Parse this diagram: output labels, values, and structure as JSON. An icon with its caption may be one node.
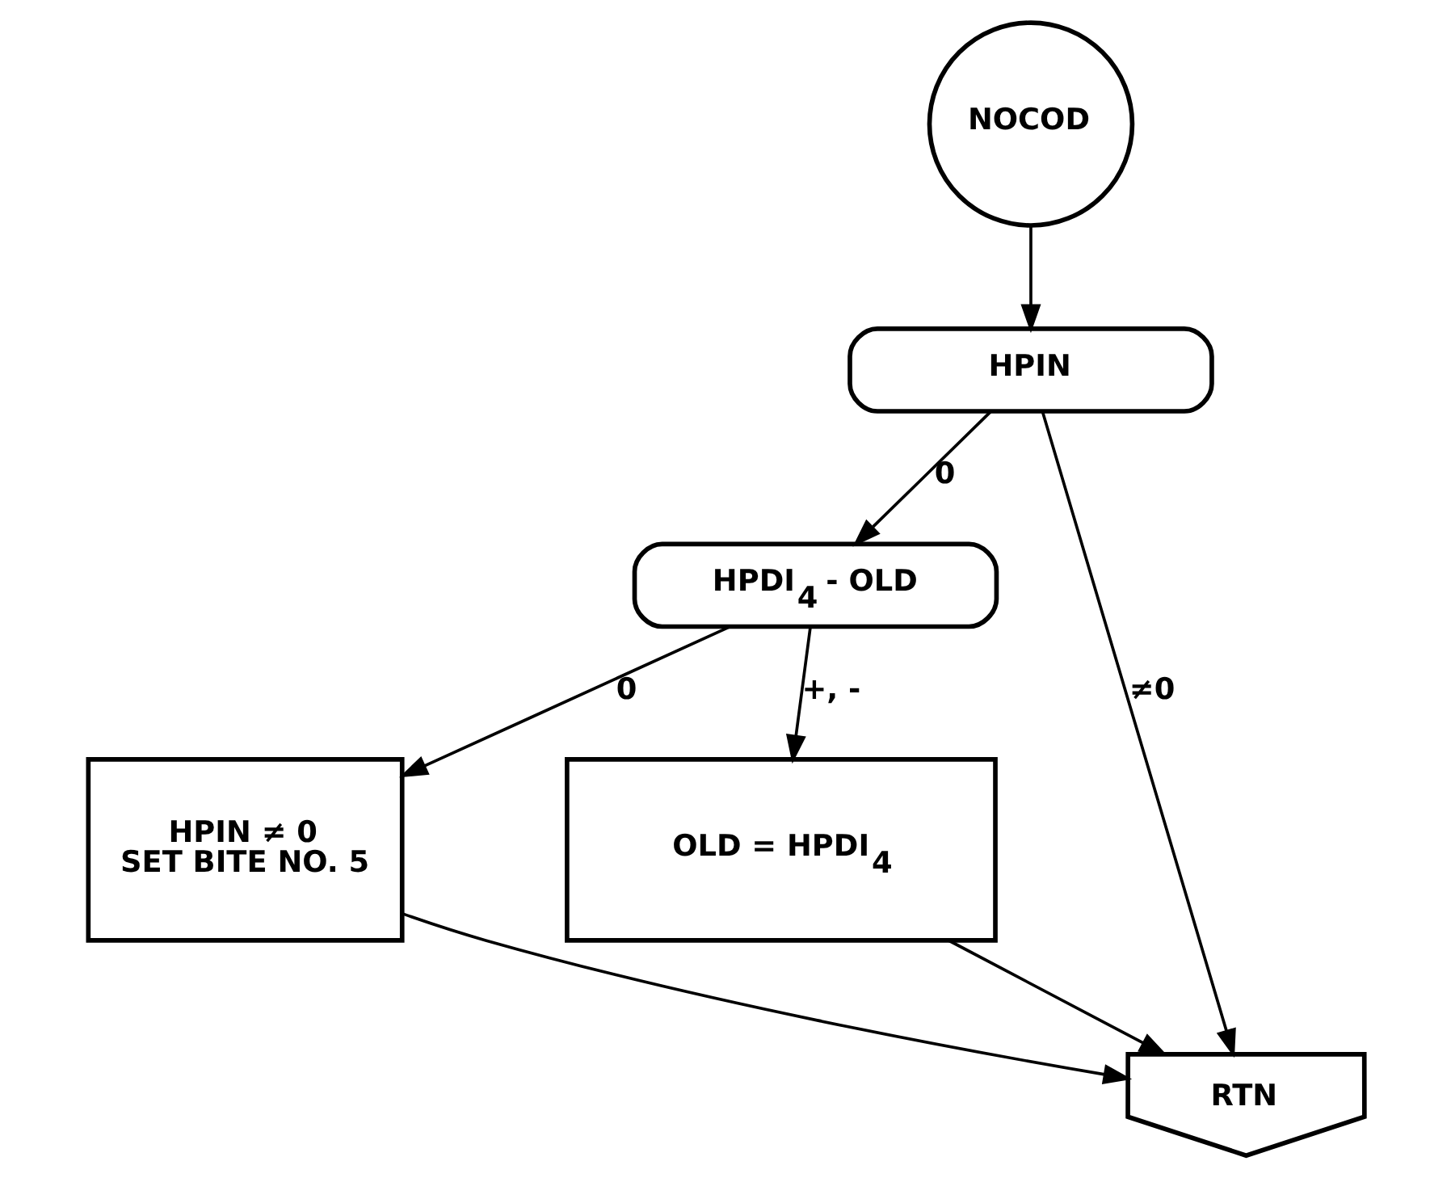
{
  "diagram": {
    "nodes": [
      {
        "text": [
          "NOCOD"
        ]
      },
      {
        "text": [
          "HPIN"
        ]
      },
      {
        "text": [
          "HPDI$_{4}$ - OLD"
        ]
      },
      {
        "text": [
          "HPIN ≠ 0",
          "SET BITE NO. 5"
        ]
      },
      {
        "text": [
          "OLD = HPDI$_{4}$"
        ]
      },
      {
        "text": [
          "RTN"
        ]
      }
    ],
    "edges": [
      {
        "from": 0,
        "to": 1,
        "arrow": "to"
      },
      {
        "from": 1,
        "to": 2,
        "arrow": "to",
        "label": "0"
      },
      {
        "from": 1,
        "to": 5,
        "arrow": "to",
        "label": "≠0"
      },
      {
        "from": 2,
        "to": 3,
        "arrow": "to",
        "label": "0"
      },
      {
        "from": 2,
        "to": 4,
        "arrow": "to",
        "label": "+, -"
      },
      {
        "from": 3,
        "to": 5,
        "arrow": "to"
      },
      {
        "from": 4,
        "to": 5,
        "arrow": "to"
      }
    ]
  }
}
